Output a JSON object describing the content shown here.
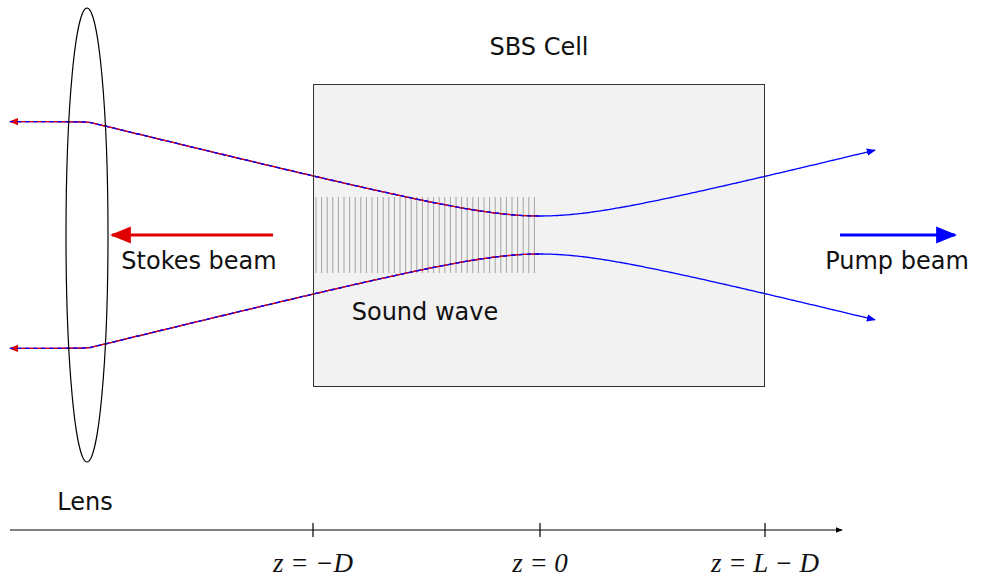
{
  "diagram": {
    "nodes": [
      {
        "text": [
          "SBS Cell"
        ]
      }
    ],
    "labels": [
      "Stokes beam",
      "Pump beam",
      "Sound wave",
      "Lens",
      "z = −D",
      "z = 0",
      "z = L − D"
    ]
  }
}
